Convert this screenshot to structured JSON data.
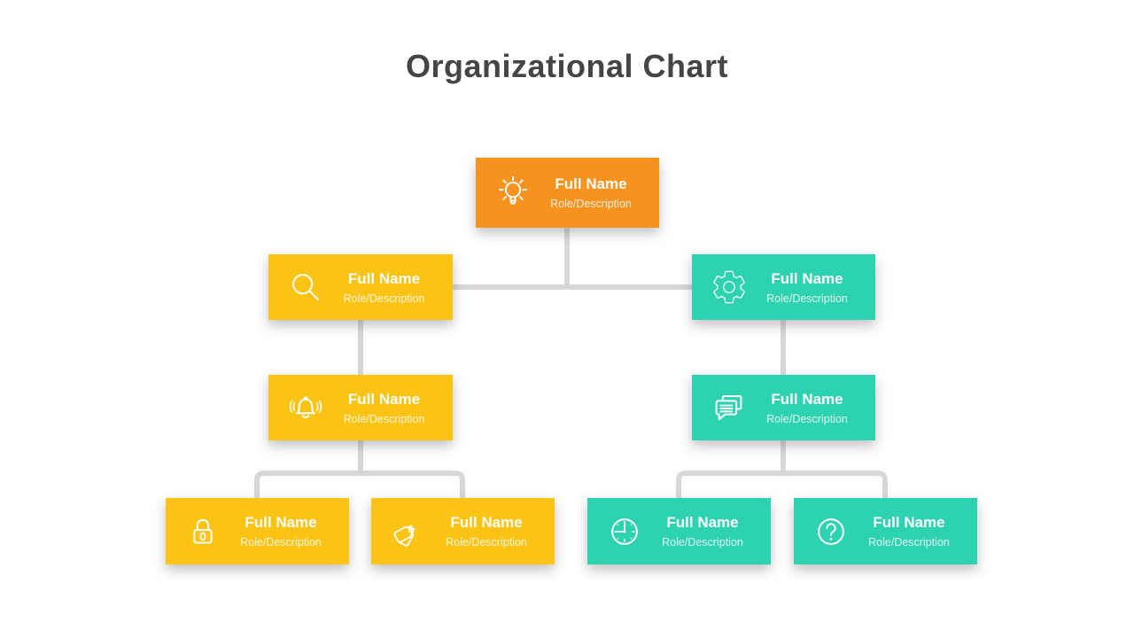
{
  "title": "Organizational Chart",
  "palette": {
    "orange": "#F6921E",
    "yellow": "#FBC313",
    "teal": "#2DD2B1",
    "connector": "#D7D7D7",
    "title_text": "#454545"
  },
  "nodes": [
    {
      "name": "Full Name",
      "role": "Role/Description",
      "icon": "lightbulb-icon",
      "color": "orange",
      "level": 1
    },
    {
      "name": "Full Name",
      "role": "Role/Description",
      "icon": "search-icon",
      "color": "yellow",
      "level": 2
    },
    {
      "name": "Full Name",
      "role": "Role/Description",
      "icon": "gear-icon",
      "color": "teal",
      "level": 2
    },
    {
      "name": "Full Name",
      "role": "Role/Description",
      "icon": "bell-icon",
      "color": "yellow",
      "level": 3
    },
    {
      "name": "Full Name",
      "role": "Role/Description",
      "icon": "chat-icon",
      "color": "teal",
      "level": 3
    },
    {
      "name": "Full Name",
      "role": "Role/Description",
      "icon": "lock-icon",
      "color": "yellow",
      "level": 4
    },
    {
      "name": "Full Name",
      "role": "Role/Description",
      "icon": "tag-icon",
      "color": "yellow",
      "level": 4
    },
    {
      "name": "Full Name",
      "role": "Role/Description",
      "icon": "clock-icon",
      "color": "teal",
      "level": 4
    },
    {
      "name": "Full Name",
      "role": "Role/Description",
      "icon": "question-icon",
      "color": "teal",
      "level": 4
    }
  ]
}
